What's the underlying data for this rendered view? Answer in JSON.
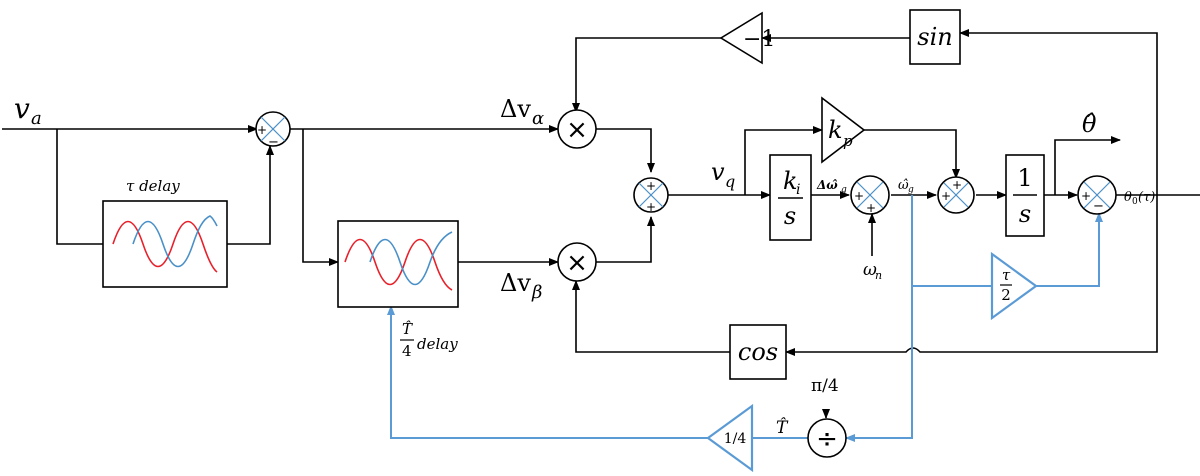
{
  "signals": {
    "v_a": "v",
    "v_a_sub": "a",
    "dv_alpha": "Δv",
    "dv_alpha_sub": "α",
    "dv_beta": "Δv",
    "dv_beta_sub": "β",
    "v_q": "v",
    "v_q_sub": "q",
    "d_omega_g": "Δω̂",
    "d_omega_g_sub": "g",
    "omega_g": "ω̂",
    "omega_g_sub": "g",
    "omega_n": "ω",
    "omega_n_sub": "n",
    "theta_hat": "θ̂",
    "theta_0": "θ",
    "theta_0_sub": "0",
    "theta_0_arg": "(τ)",
    "T_hat": "T̂",
    "pi_4": "π/4"
  },
  "blocks": {
    "tau_delay": "τ delay",
    "t4_delay_num": "T̂",
    "t4_delay_den": "4",
    "t4_delay_word": "delay",
    "sin": "sin",
    "cos": "cos",
    "neg_one_gain": "−1",
    "kp": "k",
    "kp_sub": "p",
    "ki_num": "k",
    "ki_num_sub": "i",
    "ki_den": "s",
    "int_num": "1",
    "int_den": "s",
    "tau2_num": "τ",
    "tau2_den": "2",
    "quarter_gain": "1/4",
    "multiply": "×",
    "divide": "÷"
  },
  "signs": {
    "plus": "+",
    "minus": "−"
  },
  "colors": {
    "line": "#000000",
    "feedback_blue": "#5b9bd5",
    "sine_red": "#e8202a",
    "sine_blue": "#4a90c8"
  }
}
